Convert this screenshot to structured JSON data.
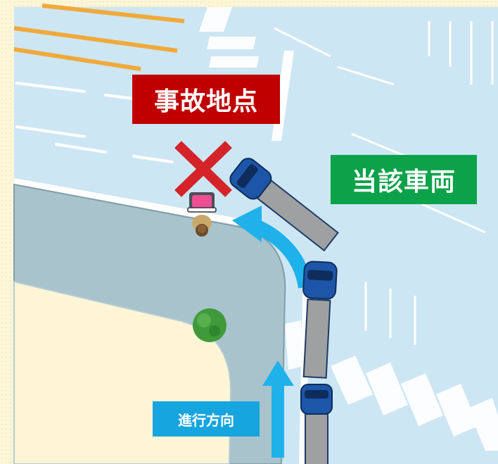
{
  "labels": {
    "accident_point": "事故地点",
    "subject_vehicle": "当該車両",
    "direction_of_travel": "進行方向"
  },
  "colors": {
    "road": "#cde6f3",
    "sidewalk": "#a9c3cc",
    "block": "#fdf5d6",
    "lane_marking": "#ffffff",
    "center_line": "#f0a93b",
    "accident_label_bg": "#c00000",
    "vehicle_label_bg": "#0ca24a",
    "direction_label_bg": "#16a5df",
    "arrow": "#1fb2ea",
    "cross_mark": "#d4242a",
    "truck_cab": "#1d56a8",
    "truck_bed": "#9ea0a2",
    "tree": "#3f9a3a"
  },
  "icons": [
    "cross-mark-icon",
    "bicycle-rider-icon",
    "tree-icon",
    "curved-arrow-icon",
    "straight-arrow-icon",
    "truck-icon"
  ]
}
